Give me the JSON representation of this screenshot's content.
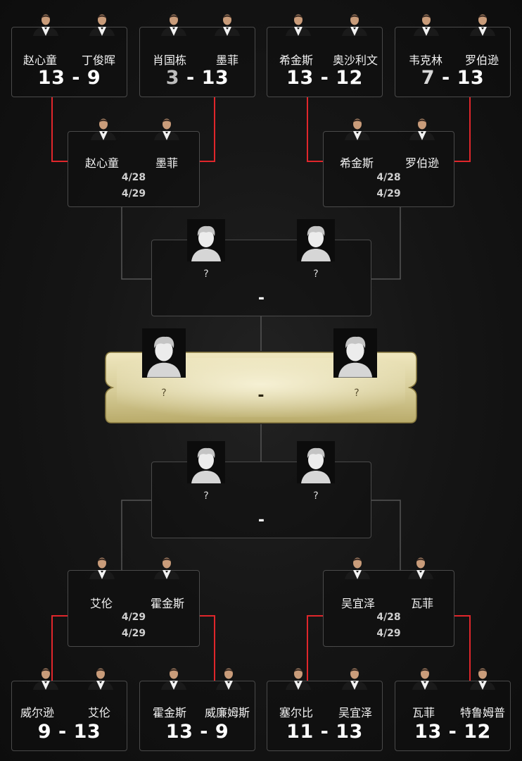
{
  "top": {
    "r1": [
      {
        "p1": "赵心童",
        "p2": "丁俊晖",
        "s1": "13",
        "s2": "9"
      },
      {
        "p1": "肖国栋",
        "p2": "墨菲",
        "s1": "3",
        "s2": "13"
      },
      {
        "p1": "希金斯",
        "p2": "奥沙利文",
        "s1": "13",
        "s2": "12"
      },
      {
        "p1": "韦克林",
        "p2": "罗伯逊",
        "s1": "7",
        "s2": "13"
      }
    ],
    "qf": [
      {
        "p1": "赵心童",
        "p2": "墨菲",
        "d1": "4/28",
        "d2": "4/29"
      },
      {
        "p1": "希金斯",
        "p2": "罗伯逊",
        "d1": "4/28",
        "d2": "4/29"
      }
    ],
    "sf": {
      "p1": "?",
      "p2": "?",
      "score": "-"
    }
  },
  "final": {
    "p1": "?",
    "p2": "?",
    "score": "-"
  },
  "bottom": {
    "sf": {
      "p1": "?",
      "p2": "?",
      "score": "-"
    },
    "qf": [
      {
        "p1": "艾伦",
        "p2": "霍金斯",
        "d1": "4/29",
        "d2": "4/29"
      },
      {
        "p1": "吴宜泽",
        "p2": "瓦菲",
        "d1": "4/28",
        "d2": "4/29"
      }
    ],
    "r1": [
      {
        "p1": "威尔逊",
        "p2": "艾伦",
        "s1": "9",
        "s2": "13"
      },
      {
        "p1": "霍金斯",
        "p2": "威廉姆斯",
        "s1": "13",
        "s2": "9"
      },
      {
        "p1": "塞尔比",
        "p2": "吴宜泽",
        "s1": "11",
        "s2": "13"
      },
      {
        "p1": "瓦菲",
        "p2": "特鲁姆普",
        "s1": "13",
        "s2": "12"
      }
    ]
  },
  "colors": {
    "accent": "#e0262b",
    "grey_line": "#555555",
    "box_border": "#4a4a4a",
    "gold": "#d9cf9c"
  },
  "icons": {
    "player": "player-photo",
    "placeholder": "unknown-player-icon"
  }
}
